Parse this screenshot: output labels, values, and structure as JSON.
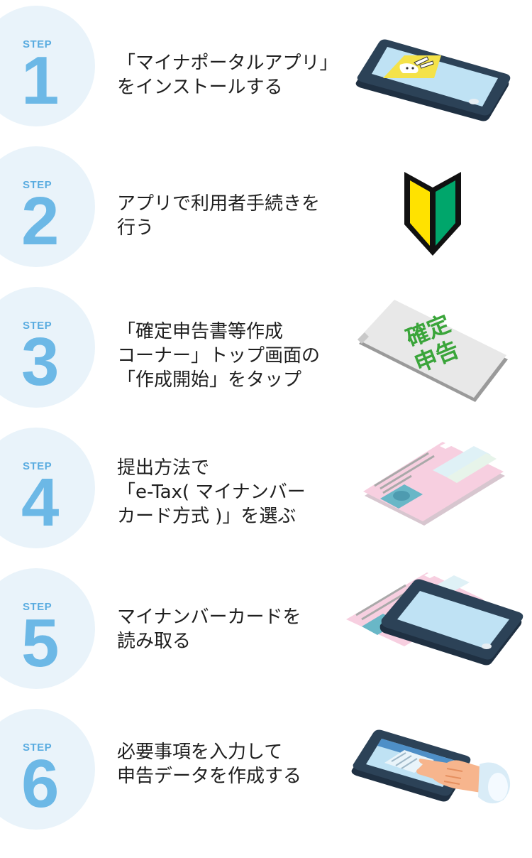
{
  "steps": [
    {
      "label": "STEP",
      "number": "1",
      "lines": [
        "「マイナポータルアプリ」",
        "をインストールする"
      ]
    },
    {
      "label": "STEP",
      "number": "2",
      "lines": [
        "アプリで利用者手続きを",
        "行う"
      ]
    },
    {
      "label": "STEP",
      "number": "3",
      "lines": [
        "「確定申告書等作成",
        "コーナー」トップ画面の",
        "「作成開始」をタップ"
      ],
      "paper_text": [
        "確定",
        "申告"
      ]
    },
    {
      "label": "STEP",
      "number": "4",
      "lines": [
        "提出方法で",
        "「e-Tax( マイナンバー",
        "カード方式 )」を選ぶ"
      ]
    },
    {
      "label": "STEP",
      "number": "5",
      "lines": [
        "マイナンバーカードを",
        "読み取る"
      ]
    },
    {
      "label": "STEP",
      "number": "6",
      "lines": [
        "必要事項を入力して",
        "申告データを作成する"
      ]
    }
  ],
  "colors": {
    "badge_bg": "#e9f3fa",
    "badge_text": "#6cb8e6",
    "phone_body": "#2c4257",
    "phone_screen": "#bfe2f4",
    "app_icon": "#f4e249",
    "mark_yellow": "#ffe200",
    "mark_green": "#00a66b",
    "paper_green": "#3aa53a",
    "card_pink": "#f7cfe0",
    "card_teal": "#69b7c7"
  },
  "icons": [
    "smartphone-app-icon",
    "beginner-mark-icon",
    "tax-return-paper-icon",
    "my-number-card-icon",
    "card-reading-phone-icon",
    "phone-tap-hand-icon"
  ]
}
